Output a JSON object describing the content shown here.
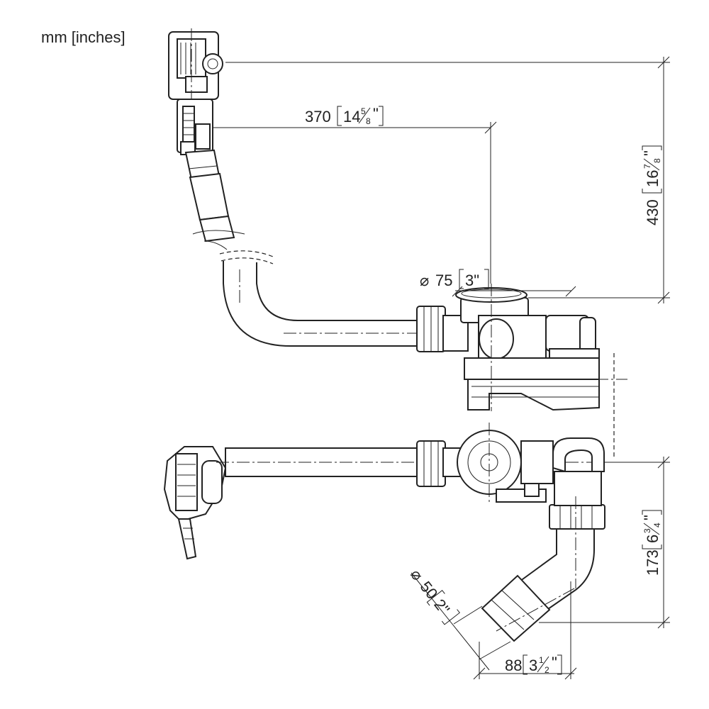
{
  "units_label": "mm [inches]",
  "dimensions": {
    "width_370": {
      "mm": "370",
      "inch_whole": "14",
      "inch_num": "5",
      "inch_den": "8",
      "quote": "\""
    },
    "height_430": {
      "mm": "430",
      "inch_whole": "16",
      "inch_num": "7",
      "inch_den": "8",
      "quote": "\""
    },
    "diameter_75": {
      "mm": "75",
      "inch": "3\""
    },
    "height_173": {
      "mm": "173",
      "inch_whole": "6",
      "inch_num": "3",
      "inch_den": "4",
      "quote": "\""
    },
    "diameter_50": {
      "mm": "50",
      "inch": "2\""
    },
    "width_88": {
      "mm": "88",
      "inch_whole": "3",
      "inch_num": "1",
      "inch_den": "2",
      "quote": "\""
    }
  },
  "diameter_symbol": "⌀"
}
